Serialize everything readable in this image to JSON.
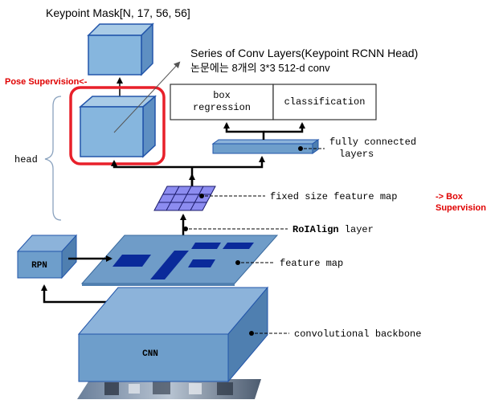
{
  "title": "Keypoint Mask[N, 17, 56, 56]",
  "conv_series": {
    "line1": "Series of Conv Layers(Keypoint RCNN Head)",
    "line2": "논문에는 8개의 3*3 512-d conv"
  },
  "pose_supervision": "Pose Supervision<-",
  "head_label": "head",
  "box_regression": {
    "line1": "box",
    "line2": "regression"
  },
  "classification": "classification",
  "fully_connected": {
    "line1": "fully connected",
    "line2": "layers"
  },
  "fixed_feature_map": "fixed size feature map",
  "box_supervision": {
    "line1": "-> Box",
    "line2": "Supervision"
  },
  "roialign": {
    "bold": "RoIAlign",
    "rest": " layer"
  },
  "rpn_label": "RPN",
  "feature_map": "feature map",
  "cnn_label": "CNN",
  "backbone": "convolutional backbone",
  "colors": {
    "box_blue": "#7BAFD4",
    "box_dark": "#4F7FB0",
    "feature_plane": "#6F9CC8",
    "roi_dark": "#0A2A9A",
    "grid_fill": "#8C8CF0",
    "highlight_red": "#E8202A",
    "supervision_red": "#E00000"
  }
}
